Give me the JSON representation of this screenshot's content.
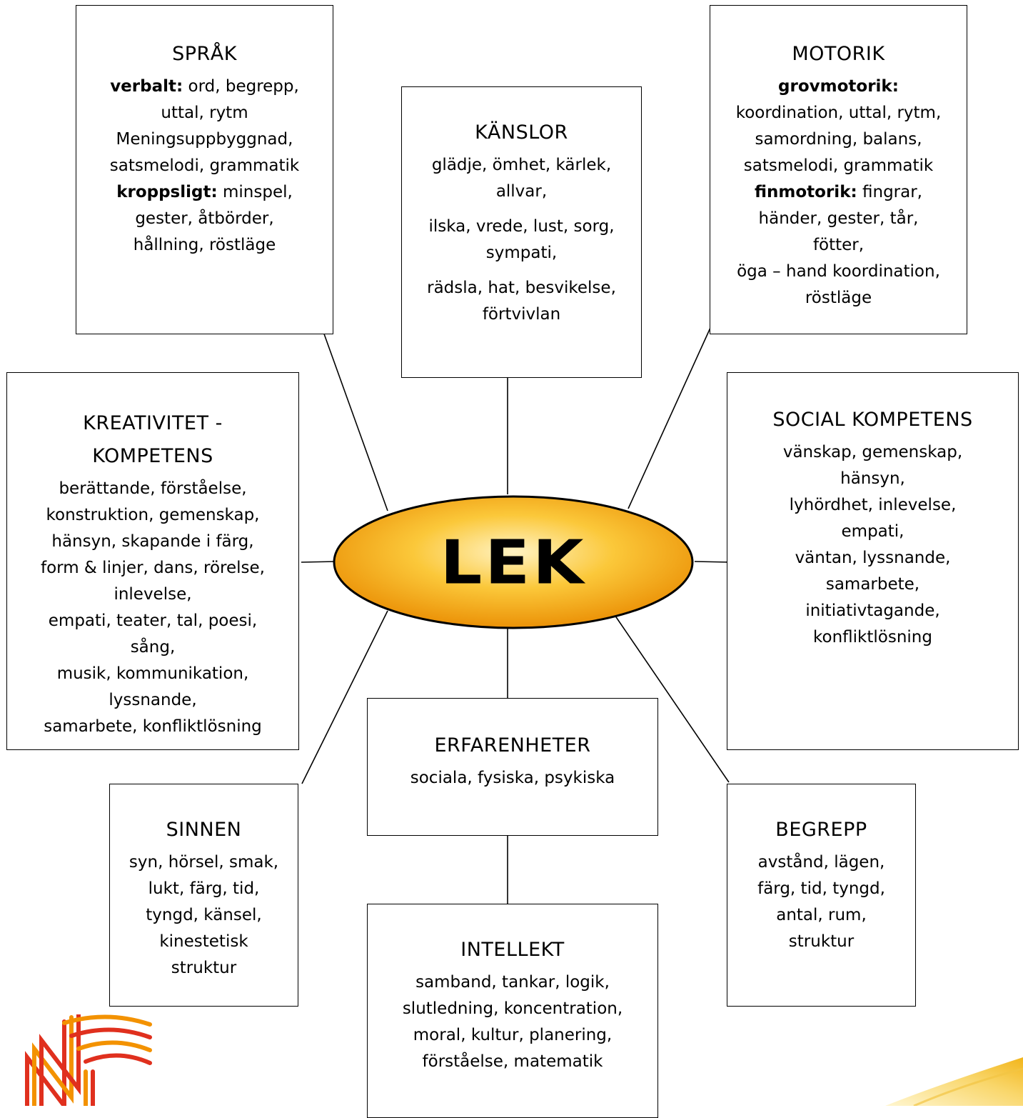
{
  "center": {
    "label": "LEK",
    "fill_light": "#fde9a2",
    "fill_dark": "#f5a400"
  },
  "boxes": {
    "sprak": {
      "title": "SPRÅK",
      "l1_bold": "verbalt:",
      "l1_rest": " ord, begrepp,",
      "l2": "uttal, rytm",
      "l3": "Meningsuppbyggnad,",
      "l4": "satsmelodi, grammatik",
      "l5_bold": "kroppsligt:",
      "l5_rest": " minspel,",
      "l6": "gester, åtbörder,",
      "l7": "hållning, röstläge"
    },
    "kanslor": {
      "title": "KÄNSLOR",
      "l1": "glädje, ömhet, kärlek,",
      "l2": "allvar,",
      "l3": "ilska, vrede, lust, sorg,",
      "l4": "sympati,",
      "l5": "rädsla, hat, besvikelse,",
      "l6": "förtvivlan"
    },
    "motorik": {
      "title": "MOTORIK",
      "l1_bold": "grovmotorik:",
      "l2": "koordination, uttal, rytm,",
      "l3": "samordning, balans,",
      "l4": "satsmelodi, grammatik",
      "l5_bold": "finmotorik:",
      "l5_rest": " fingrar,",
      "l6": "händer, gester, tår,",
      "l7": "fötter,",
      "l8": "öga – hand koordination,",
      "l9": "röstläge"
    },
    "kreativitet": {
      "title1": "KREATIVITET -",
      "title2": "KOMPETENS",
      "l1": "berättande, förståelse,",
      "l2": "konstruktion, gemenskap,",
      "l3": "hänsyn, skapande i färg,",
      "l4": "form & linjer, dans, rörelse,",
      "l5": "inlevelse,",
      "l6": "empati, teater, tal, poesi,",
      "l7": "sång,",
      "l8": "musik, kommunikation,",
      "l9": "lyssnande,",
      "l10": "samarbete, konfliktlösning"
    },
    "social": {
      "title": "SOCIAL KOMPETENS",
      "l1": "vänskap, gemenskap,",
      "l2": "hänsyn,",
      "l3": "lyhördhet, inlevelse,",
      "l4": "empati,",
      "l5": "väntan, lyssnande,",
      "l6": "samarbete,",
      "l7": "initiativtagande,",
      "l8": "konfliktlösning"
    },
    "erfarenheter": {
      "title": "ERFARENHETER",
      "l1": "sociala, fysiska, psykiska"
    },
    "sinnen": {
      "title": "SINNEN",
      "l1": "syn, hörsel, smak,",
      "l2": "lukt, färg, tid,",
      "l3": "tyngd, känsel,",
      "l4": "kinestetisk",
      "l5": "struktur"
    },
    "begrepp": {
      "title": "BEGREPP",
      "l1": "avstånd, lägen,",
      "l2": "färg, tid, tyngd,",
      "l3": "antal, rum,",
      "l4": "struktur"
    },
    "intellekt": {
      "title": "INTELLEKT",
      "l1": "samband, tankar, logik,",
      "l2": "slutledning, koncentration,",
      "l3": "moral, kultur, planering,",
      "l4": "förståelse, matematik"
    }
  },
  "colors": {
    "logo_red": "#e0301e",
    "logo_orange": "#f39200",
    "logo_yellow": "#f7c600"
  }
}
